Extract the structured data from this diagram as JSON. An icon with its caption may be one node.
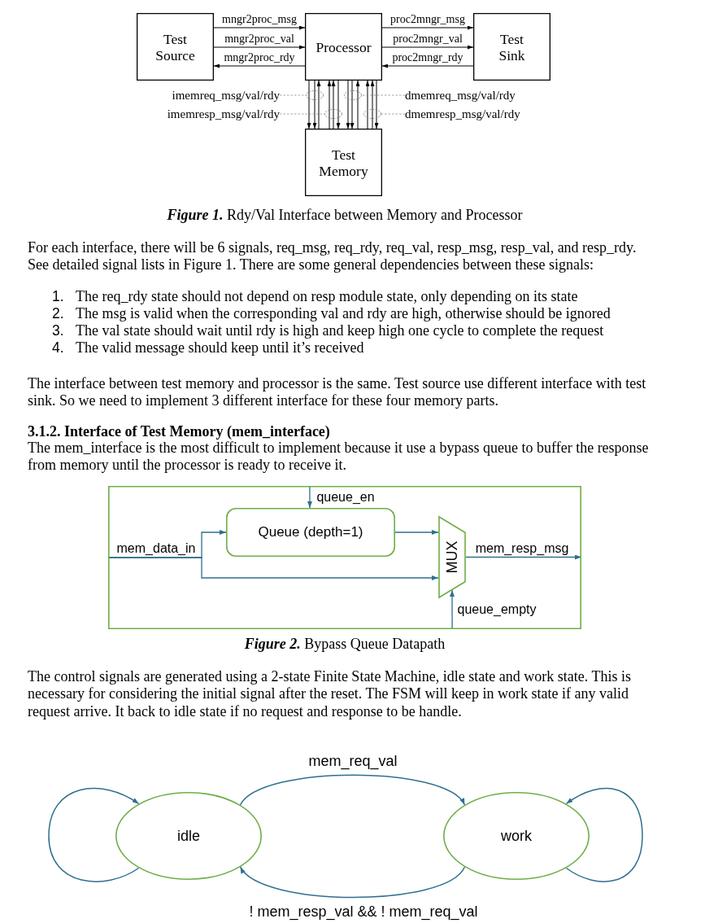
{
  "diagram": {
    "nodes": [
      {
        "text": [
          "Test Source"
        ]
      },
      {
        "text": [
          "Processor"
        ]
      },
      {
        "text": [
          "Test Sink"
        ]
      },
      {
        "text": [
          "imemreq_msg/val/rdy"
        ]
      },
      {
        "text": [
          "imemresp_msg/val/rdy"
        ]
      },
      {
        "text": [
          "dmemreq_msg/val/rdy"
        ]
      },
      {
        "text": [
          "dmemresp_msg/val/rdy"
        ]
      },
      {
        "text": [],
        "shape": "ellipse"
      },
      {
        "text": [],
        "shape": "ellipse"
      },
      {
        "text": [],
        "shape": "ellipse"
      },
      {
        "text": [],
        "shape": "ellipse"
      },
      {
        "text": [
          "Test Memory"
        ]
      },
      {
        "text": [],
        "shape": "box"
      },
      {
        "text": [
          "Queue (depth=1)"
        ],
        "in": 12
      },
      {
        "text": [
          "MUX"
        ],
        "in": 12
      },
      {
        "text": [
          "idle"
        ]
      },
      {
        "text": [
          "work"
        ]
      }
    ],
    "edges": [
      {
        "from": 0,
        "to": 1,
        "arrow": "to",
        "label": "mngr2proc_msg"
      },
      {
        "from": 0,
        "to": 1,
        "arrow": "to",
        "label": "mngr2proc_val"
      },
      {
        "from": 1,
        "to": 0,
        "arrow": "to",
        "label": "mngr2proc_rdy"
      },
      {
        "from": 1,
        "to": 2,
        "arrow": "to",
        "label": "proc2mngr_msg"
      },
      {
        "from": 1,
        "to": 2,
        "arrow": "to",
        "label": "proc2mngr_val"
      },
      {
        "from": 2,
        "to": 1,
        "arrow": "to",
        "label": "proc2mngr_rdy"
      },
      {
        "from": 1,
        "to": 11,
        "arrow": "to"
      },
      {
        "from": 1,
        "to": 11,
        "arrow": "to"
      },
      {
        "from": 11,
        "to": 1,
        "arrow": "to"
      },
      {
        "from": 11,
        "to": 1,
        "arrow": "to"
      },
      {
        "from": 11,
        "to": 1,
        "arrow": "to"
      },
      {
        "from": 1,
        "to": 11,
        "arrow": "to"
      },
      {
        "from": 1,
        "to": 11,
        "arrow": "to"
      },
      {
        "from": 1,
        "to": 11,
        "arrow": "to"
      },
      {
        "from": 11,
        "to": 1,
        "arrow": "to"
      },
      {
        "from": 11,
        "to": 1,
        "arrow": "to"
      },
      {
        "from": 11,
        "to": 1,
        "arrow": "to"
      },
      {
        "from": 1,
        "to": 11,
        "arrow": "to"
      },
      {
        "from": 3,
        "to": 7,
        "arrow": "none",
        "style": "dashed",
        "color": "#808080"
      },
      {
        "from": 4,
        "to": 8,
        "arrow": "none",
        "style": "dashed",
        "color": "#808080"
      },
      {
        "from": 5,
        "to": 9,
        "arrow": "none",
        "style": "dashed",
        "color": "#808080"
      },
      {
        "from": 6,
        "to": 10,
        "arrow": "none",
        "style": "dashed",
        "color": "#808080"
      },
      {
        "from": 12,
        "to": 13,
        "arrow": "to",
        "label": "mem_data_in",
        "color": "#2f6f8f"
      },
      {
        "from": 12,
        "to": 14,
        "arrow": "to",
        "color": "#2f6f8f"
      },
      {
        "from": 12,
        "to": 13,
        "arrow": "to",
        "label": "queue_en",
        "color": "#2f6f8f"
      },
      {
        "from": 13,
        "to": 14,
        "arrow": "to",
        "color": "#2f6f8f"
      },
      {
        "from": 14,
        "to": 12,
        "arrow": "to",
        "label": "mem_resp_msg",
        "color": "#2f6f8f"
      },
      {
        "from": 12,
        "to": 14,
        "arrow": "to",
        "label": "queue_empty",
        "color": "#2f6f8f"
      },
      {
        "from": 15,
        "to": 15,
        "arrow": "to",
        "color": "#2f6f8f"
      },
      {
        "from": 15,
        "to": 16,
        "arrow": "to",
        "label": "mem_req_val",
        "color": "#2f6f8f"
      },
      {
        "from": 16,
        "to": 15,
        "arrow": "to",
        "label": "! mem_resp_val && ! mem_req_val",
        "color": "#2f6f8f"
      },
      {
        "from": 16,
        "to": 16,
        "arrow": "to",
        "color": "#2f6f8f"
      }
    ],
    "labels": [
      "**Figure 1.** Rdy/Val Interface between Memory and Processor",
      "For each interface, there will be 6 signals, req_msg, req_rdy, req_val, resp_msg, resp_val, and resp_rdy. See detailed signal lists in Figure 1. There are some general dependencies between these signals:",
      "1.",
      "The req_rdy state should not depend on resp module state, only depending on its state",
      "2.",
      "The msg is valid when the corresponding val and rdy are high, otherwise should be ignored",
      "3.",
      "The val state should wait until rdy is high and keep high one cycle to complete the request",
      "4.",
      "The valid message should keep until it’s received",
      "The interface between test memory and processor is the same. Test source use different interface with test sink. So we need to implement 3 different interface for these four memory parts.",
      "3.1.2. Interface of Test Memory (mem_interface)",
      "The mem_interface is the most difficult to implement because it use a bypass queue to buffer the response from memory until the processor is ready to receive it.",
      "**Figure 2.** Bypass Queue Datapath",
      "The control signals are generated using a 2-state Finite State Machine, idle state and work state. This is necessary for considering the initial signal after the reset. The FSM will keep in work state if any valid request arrive. It back to idle state if no request and response to be handle."
    ]
  }
}
